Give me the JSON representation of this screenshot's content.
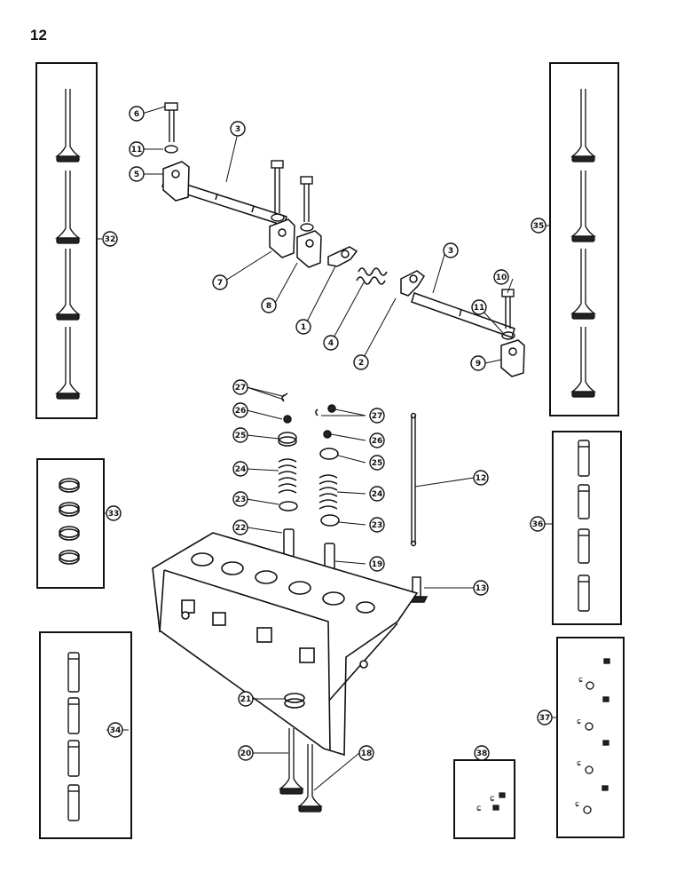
{
  "page_number": "12",
  "callouts": [
    "1",
    "2",
    "3",
    "3",
    "4",
    "5",
    "6",
    "7",
    "8",
    "9",
    "10",
    "11",
    "11",
    "12",
    "13",
    "18",
    "19",
    "20",
    "21",
    "22",
    "23",
    "23",
    "24",
    "24",
    "25",
    "25",
    "26",
    "26",
    "27",
    "27",
    "32",
    "33",
    "34",
    "35",
    "36",
    "37",
    "38"
  ],
  "colors": {
    "ink": "#111111",
    "paper": "#ffffff"
  }
}
